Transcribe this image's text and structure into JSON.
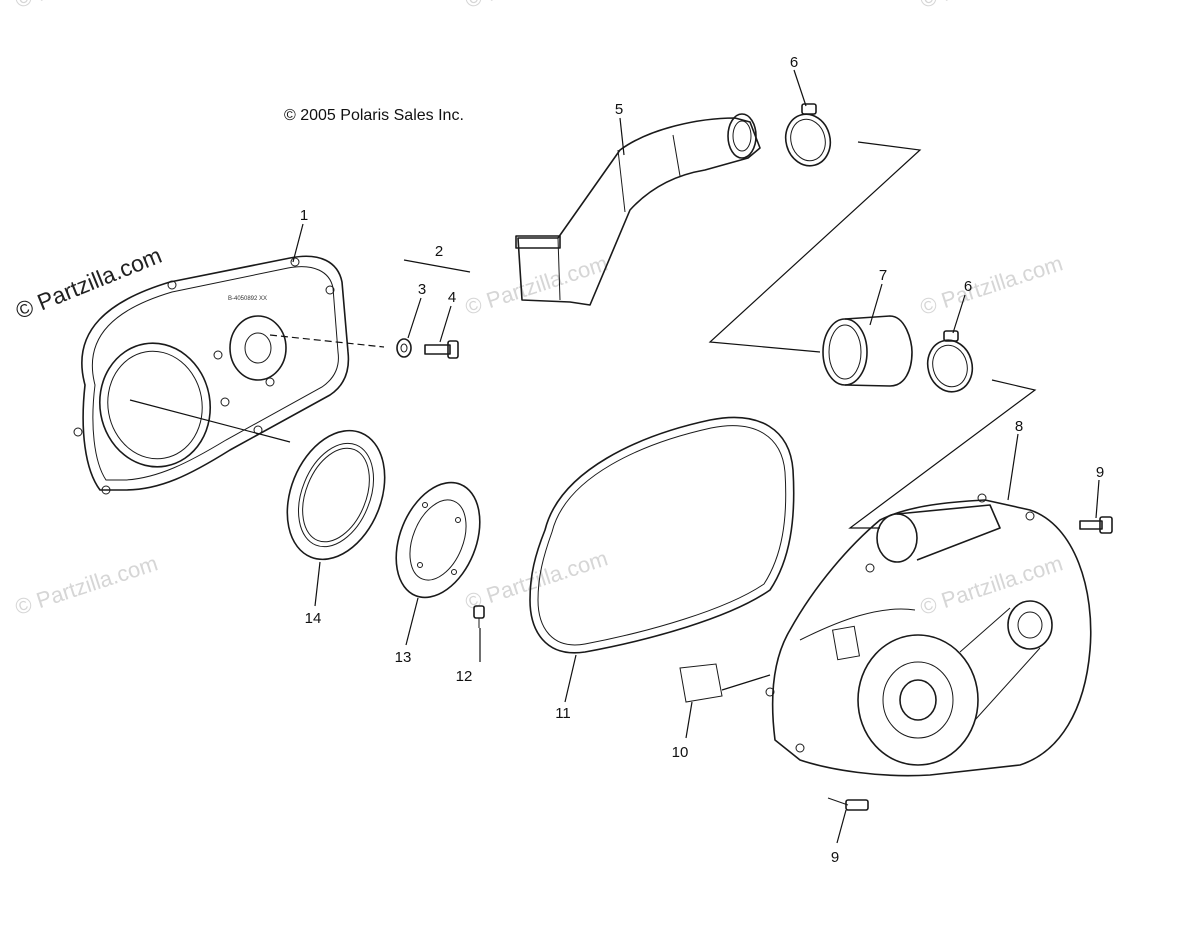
{
  "diagram": {
    "copyright": "© 2005 Polaris Sales Inc.",
    "watermark": "© Partzilla.com",
    "cover_label_text": "B-4050892 XX",
    "callouts": {
      "c1": "1",
      "c2": "2",
      "c3": "3",
      "c4": "4",
      "c5": "5",
      "c6a": "6",
      "c6b": "6",
      "c7": "7",
      "c8": "8",
      "c9a": "9",
      "c9b": "9",
      "c10": "10",
      "c11": "11",
      "c12": "12",
      "c13": "13",
      "c14": "14"
    }
  }
}
